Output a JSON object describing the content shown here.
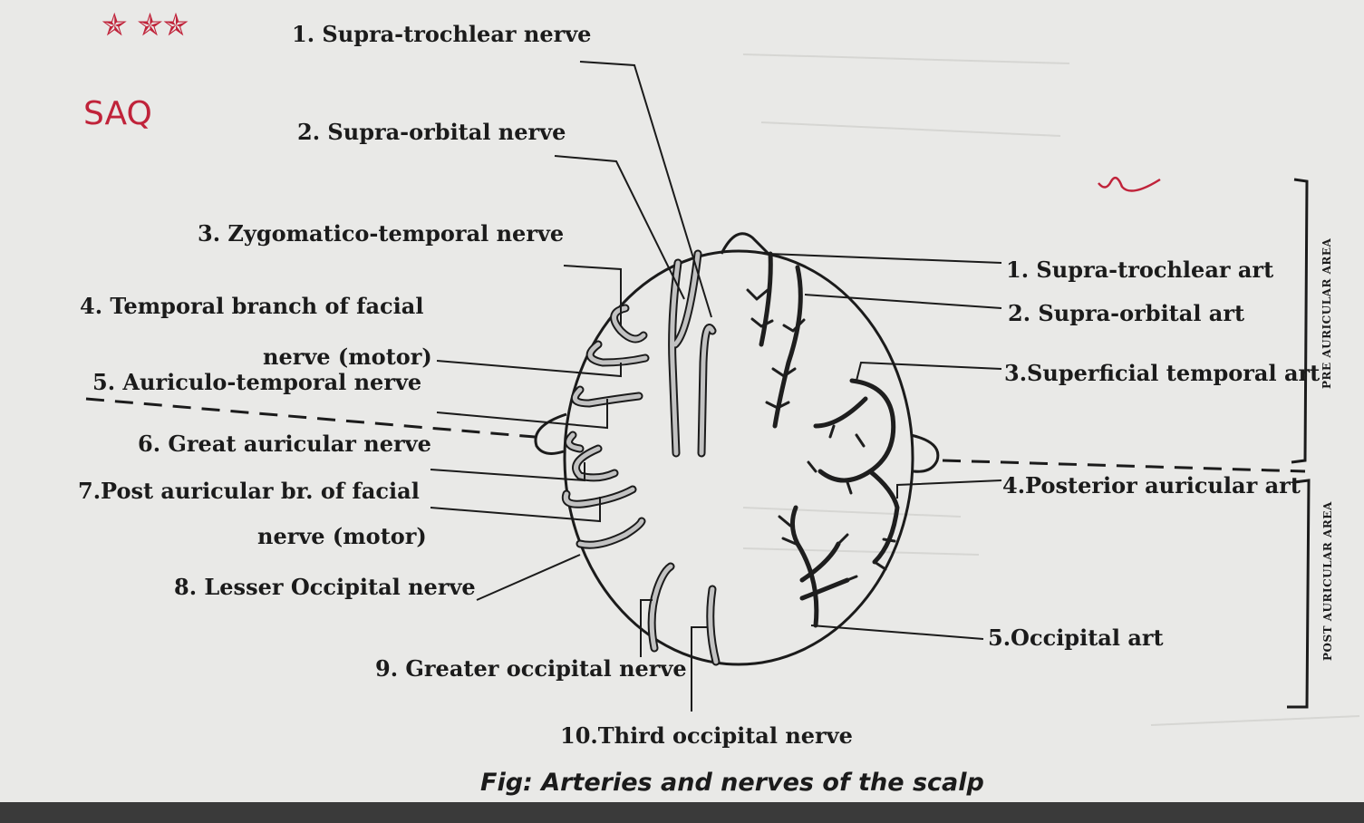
{
  "annotations": {
    "stars": "✯ ✯✯",
    "initials": "SAQ"
  },
  "nerves": [
    {
      "id": "supra-trochlear-nerve",
      "text": "1. Supra-trochlear nerve"
    },
    {
      "id": "supra-orbital-nerve",
      "text": "2. Supra-orbital nerve"
    },
    {
      "id": "zygomatico-temporal-nerve",
      "text": "3. Zygomatico-temporal nerve"
    },
    {
      "id": "temporal-branch-facial-nerve",
      "text_line1": "4. Temporal branch of facial",
      "text_line2": "nerve (motor)"
    },
    {
      "id": "auriculo-temporal-nerve",
      "text": "5. Auriculo-temporal nerve"
    },
    {
      "id": "great-auricular-nerve",
      "text": "6. Great auricular nerve"
    },
    {
      "id": "post-auricular-facial-nerve",
      "text_line1": "7.Post auricular br. of facial",
      "text_line2": "nerve (motor)"
    },
    {
      "id": "lesser-occipital-nerve",
      "text": "8. Lesser Occipital nerve"
    },
    {
      "id": "greater-occipital-nerve",
      "text": "9. Greater occipital nerve"
    },
    {
      "id": "third-occipital-nerve",
      "text": "10.Third occipital nerve"
    }
  ],
  "arteries": [
    {
      "id": "supra-trochlear-art",
      "text": "1. Supra-trochlear art"
    },
    {
      "id": "supra-orbital-art",
      "text": "2. Supra-orbital art"
    },
    {
      "id": "superficial-temporal-art",
      "text": "3.Superficial temporal art"
    },
    {
      "id": "posterior-auricular-art",
      "text": "4.Posterior auricular art"
    },
    {
      "id": "occipital-art",
      "text": "5.Occipital art"
    }
  ],
  "side_labels": {
    "pre": "PRE AURICULAR AREA",
    "post": "POST AURICULAR AREA"
  },
  "caption": "Fig: Arteries and nerves of the scalp",
  "colors": {
    "ink": "#1b1b1b",
    "nerve_fill": "#bdbdbd",
    "artery": "#1e1e1e",
    "annotation": "#c0233a",
    "paper": "#e9e9e7"
  }
}
